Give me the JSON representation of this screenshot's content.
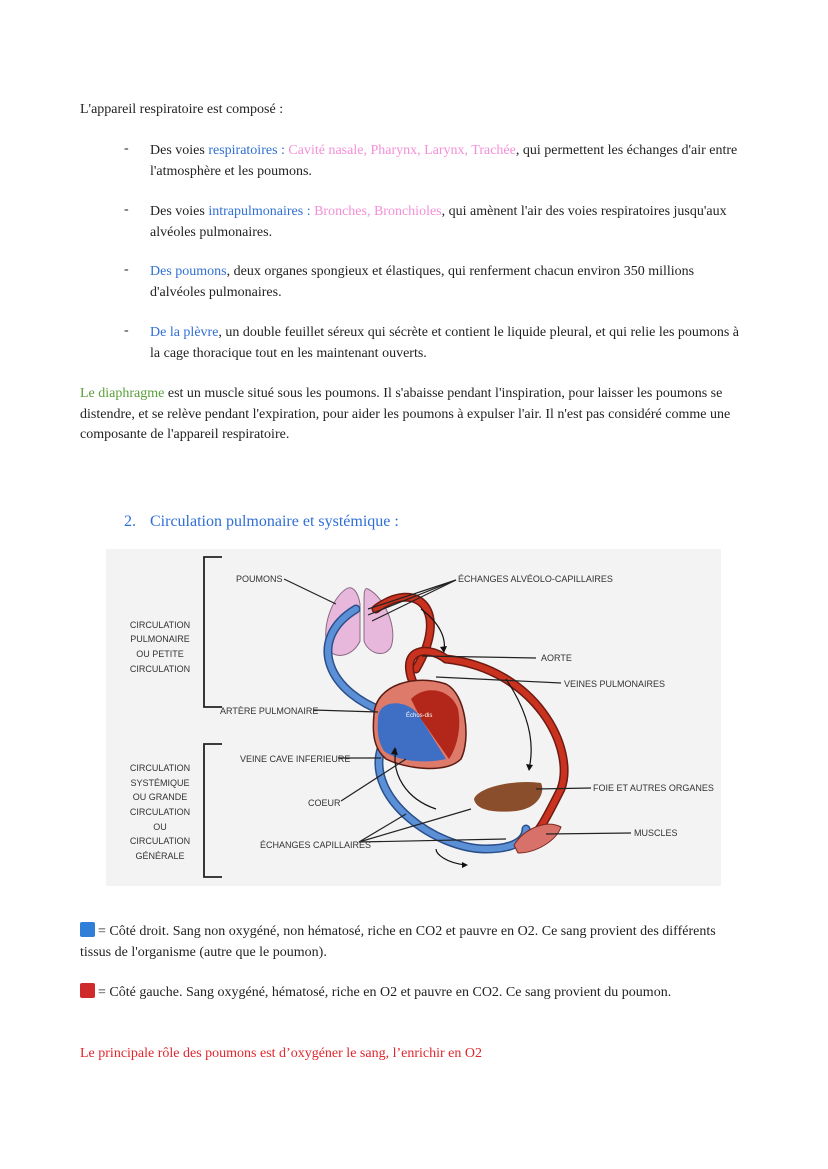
{
  "intro": "L'appareil respiratoire est composé :",
  "list": [
    {
      "a": "Des voies ",
      "b": "respiratoires",
      "c": " : ",
      "d": "Cavité nasale, Pharynx, Larynx, Trachée",
      "e": ", qui permettent les échanges d'air entre l'atmosphère et les poumons."
    },
    {
      "a": "Des voies ",
      "b": "intrapulmonaires",
      "c": " : ",
      "d": "Bronches, Bronchioles",
      "e": ", qui amènent l'air des voies respiratoires jusqu'aux alvéoles pulmonaires."
    },
    {
      "b": "Des poumons",
      "e": ", deux organes spongieux et élastiques, qui renferment chacun environ 350 millions d'alvéoles pulmonaires."
    },
    {
      "b": "De la plèvre",
      "e": ", un double feuillet séreux qui sécrète et contient le liquide pleural, et qui relie les poumons à la cage thoracique tout en les maintenant ouverts."
    }
  ],
  "dash": "-",
  "diaphragme": {
    "term": "Le diaphragme",
    "rest": " est un muscle situé sous les poumons. Il s'abaisse pendant l'inspiration, pour laisser les poumons se distendre, et se relève pendant l'expiration, pour aider les poumons à expulser l'air. Il n'est pas considéré comme une composante de l'appareil respiratoire."
  },
  "section": {
    "number": "2.",
    "title": "Circulation pulmonaire et systémique :"
  },
  "diagram": {
    "poumons": "POUMONS",
    "echanges_alveolo": "ÉCHANGES ALVÉOLO-CAPILLAIRES",
    "circ_pulm": [
      "CIRCULATION",
      "PULMONAIRE",
      "OU PETITE",
      "CIRCULATION"
    ],
    "aorte": "AORTE",
    "veines_pulm": "VEINES PULMONAIRES",
    "artere_pulm": "ARTÈRE PULMONAIRE",
    "circ_sys": [
      "CIRCULATION",
      "SYSTÉMIQUE",
      "OU GRANDE",
      "CIRCULATION",
      "OU",
      "CIRCULATION",
      "GÉNÉRALE"
    ],
    "veine_cave": "VEINE CAVE INFERIEURE",
    "coeur": "COEUR",
    "foie": "FOIE ET AUTRES ORGANES",
    "muscles": "MUSCLES",
    "echanges_cap": "ÉCHANGES CAPILLAIRES",
    "heart_tag": "Échos-dis"
  },
  "colors": {
    "right": "#2f7fd9",
    "left": "#cf2b2b",
    "accent_blue": "#2f6fd4",
    "pink": "#f48fd8",
    "green": "#5a9e3a",
    "red": "#e0262c"
  },
  "legend_right": "= Côté droit. Sang non oxygéné, non hématosé, riche en CO2 et pauvre en O2. Ce sang provient des différents tissus de l'organisme (autre que le poumon).",
  "legend_left": "= Côté gauche. Sang oxygéné, hématosé, riche en O2 et pauvre en CO2. Ce sang provient du poumon.",
  "conclusion": "Le principale rôle des poumons est d’oxygéner le sang, l’enrichir en O2"
}
